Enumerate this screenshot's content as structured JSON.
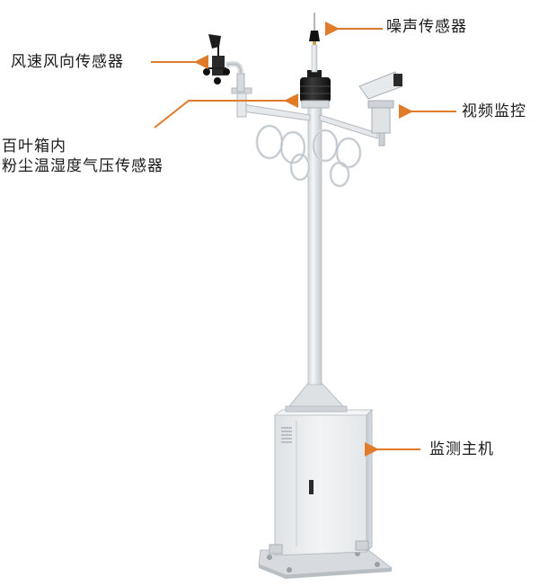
{
  "labels": {
    "noise_sensor": "噪声传感器",
    "wind_sensor": "风速风向传感器",
    "louver_line1": "百叶箱内",
    "louver_line2": "粉尘温湿度气压传感器",
    "video": "视频监控",
    "host": "监测主机"
  },
  "colors": {
    "arrow": "#e07b2a",
    "pole": "#e9ecef",
    "pole_shade": "#c9ced3",
    "cabinet": "#eceef0",
    "cabinet_shade": "#cfd3d7",
    "sensor_dark": "#1d1d1d",
    "accent": "#c8a24a"
  }
}
